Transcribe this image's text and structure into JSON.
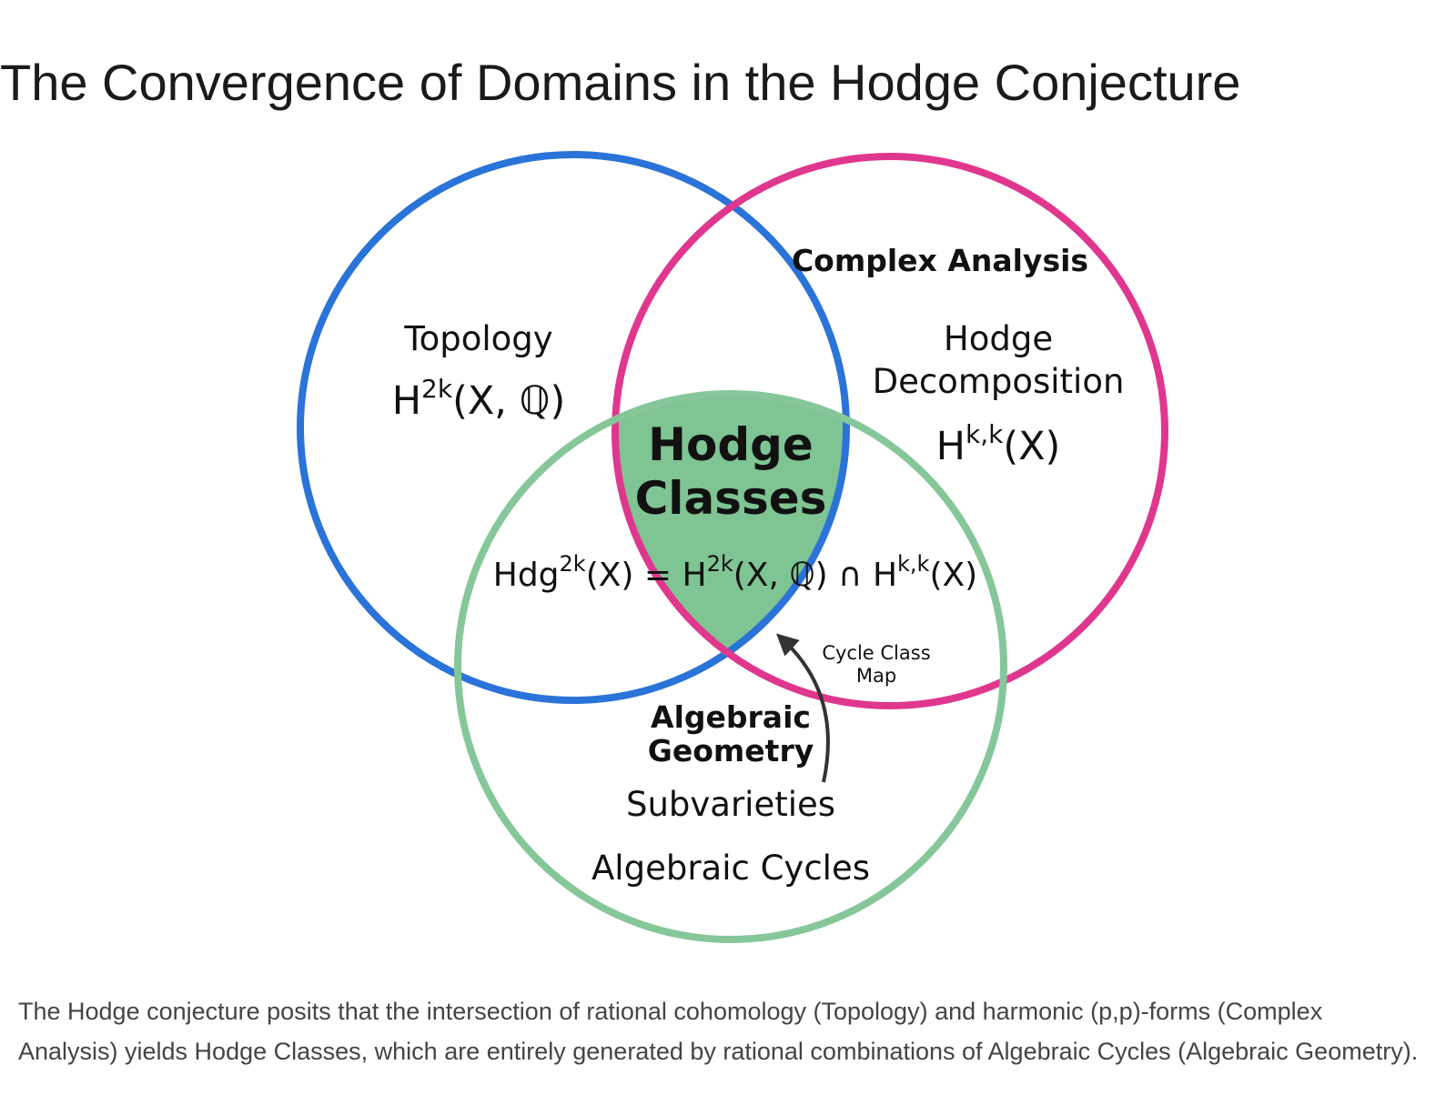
{
  "title": "The Convergence of Domains in the Hodge Conjecture",
  "colors": {
    "topology": "#2a73d8",
    "complex_analysis": "#e0378e",
    "algebraic_geometry": "#86c79a",
    "intersection_fill": "#7fc493",
    "arrow": "#333333"
  },
  "sets": {
    "topology": {
      "label": "Topology",
      "formula_base": "H",
      "formula_sup": "2k",
      "formula_rest": "(X, ℚ)"
    },
    "complex_analysis": {
      "label": "Complex Analysis",
      "sub_line1": "Hodge",
      "sub_line2": "Decomposition",
      "formula_base": "H",
      "formula_sup": "k,k",
      "formula_rest": "(X)"
    },
    "algebraic_geometry": {
      "label_line1": "Algebraic",
      "label_line2": "Geometry",
      "item1": "Subvarieties",
      "item2": "Algebraic Cycles"
    }
  },
  "intersection": {
    "label_line1": "Hodge",
    "label_line2": "Classes",
    "eq_a": "Hdg",
    "eq_a_sup": "2k",
    "eq_b": "(X) = H",
    "eq_b_sup": "2k",
    "eq_c": "(X, ℚ) ∩ H",
    "eq_c_sup": "k,k",
    "eq_d": "(X)"
  },
  "arrow": {
    "label_line1": "Cycle Class",
    "label_line2": "Map"
  },
  "caption": "The Hodge conjecture posits that the intersection of rational cohomology (Topology) and harmonic (p,p)-forms (Complex Analysis) yields Hodge Classes, which are entirely generated by rational combinations of Algebraic Cycles (Algebraic Geometry)."
}
